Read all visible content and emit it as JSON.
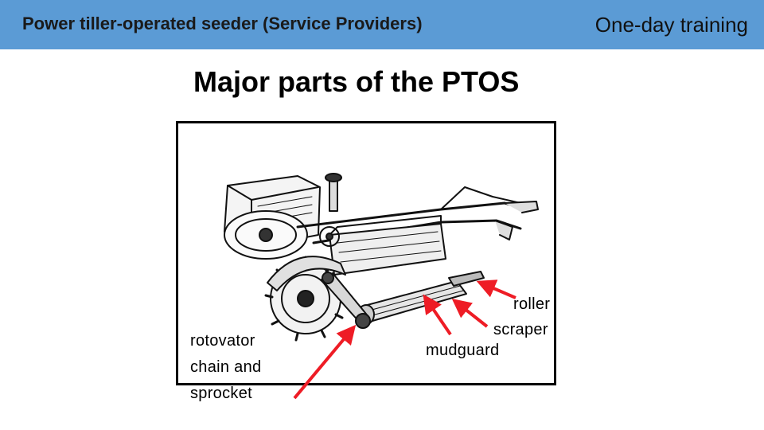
{
  "header": {
    "title": "Power tiller-operated seeder (Service Providers)",
    "right_text": "One-day training",
    "color": "#5b9bd5"
  },
  "slide": {
    "title": "Major parts of the PTOS"
  },
  "labels": {
    "rotovator": [
      "rotovator",
      "chain and",
      "sprocket"
    ],
    "roller": "roller",
    "scraper": "scraper",
    "mudguard": "mudguard"
  },
  "arrow_color": "#ee1c25"
}
